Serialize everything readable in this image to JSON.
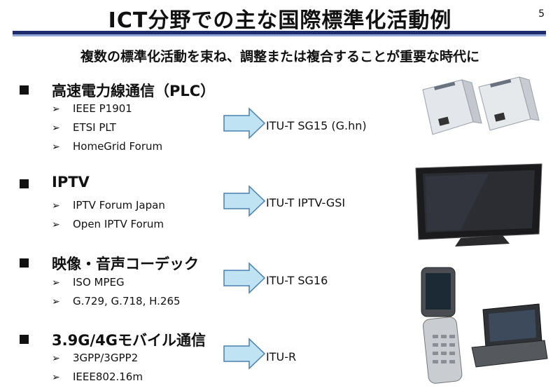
{
  "slide": {
    "title": "ICT分野での主な国際標準化活動例",
    "page_number": "5",
    "subtitle": "複数の標準化活動を束ね、調整または複合することが重要な時代に"
  },
  "sections": [
    {
      "heading": "高速電力線通信（PLC）",
      "items": [
        "IEEE P1901",
        "ETSI PLT",
        "HomeGrid Forum"
      ],
      "target": "ITU-T SG15 (G.hn)"
    },
    {
      "heading": "IPTV",
      "items": [
        "IPTV Forum Japan",
        "Open IPTV Forum"
      ],
      "target": "ITU-T IPTV-GSI"
    },
    {
      "heading": "映像・音声コーデック",
      "items": [
        "ISO MPEG",
        "G.729, G.718, H.265"
      ],
      "target": "ITU-T SG16"
    },
    {
      "heading": "3.9G/4Gモバイル通信",
      "items": [
        "3GPP/3GPP2",
        "IEEE802.16m"
      ],
      "target": "ITU-R"
    }
  ],
  "colors": {
    "accent_dark": "#1d2b6b",
    "accent_light": "#8fa6d6",
    "arrow_fill": "#bfe3f2",
    "arrow_stroke": "#4a7fb0"
  },
  "icons": {
    "item_marker": "triangle-arrow-icon",
    "section_marker": "square-bullet-icon"
  }
}
